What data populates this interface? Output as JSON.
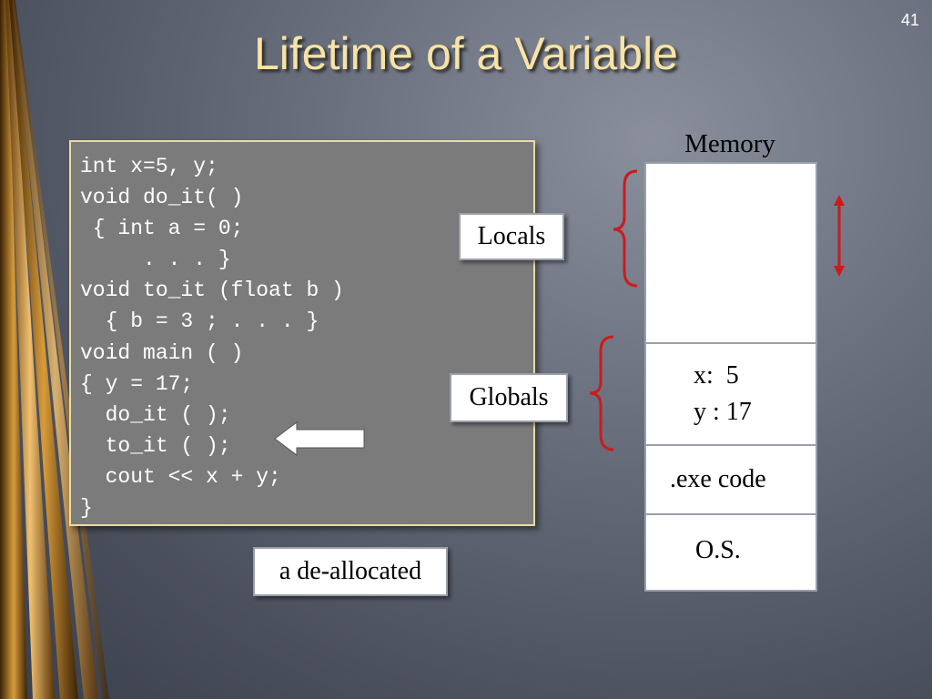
{
  "slide": {
    "number": "41",
    "title": "Lifetime of a Variable"
  },
  "code": [
    "int x=5, y;",
    "void do_it( )",
    " { int a = 0;",
    "     . . . }",
    "void to_it (float b )",
    "  { b = 3 ; . . . }",
    "void main ( )",
    "{ y = 17;",
    "  do_it ( );",
    "  to_it ( );",
    "  cout << x + y;",
    "}"
  ],
  "labels": {
    "locals": "Locals",
    "globals": "Globals",
    "dealloc": "a de-allocated"
  },
  "memory": {
    "title": "Memory",
    "globals_line1": "x:  5",
    "globals_line2": "y : 17",
    "exe": ".exe code",
    "os": "O.S."
  },
  "colors": {
    "title": "#f7e3a6",
    "brace": "#cc1b1b",
    "arrow": "#ffffff"
  }
}
